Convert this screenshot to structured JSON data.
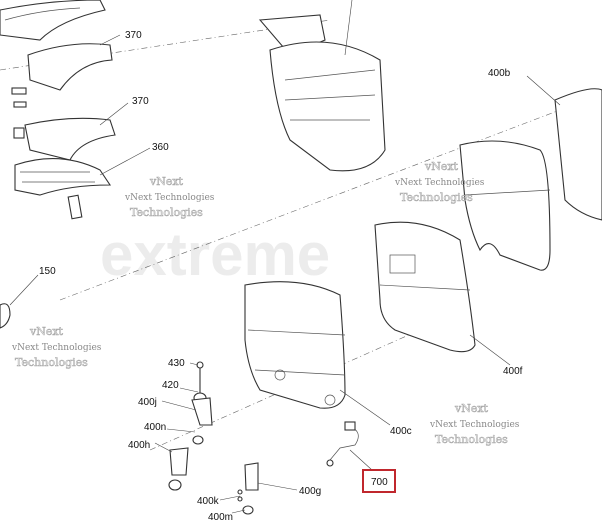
{
  "diagram": {
    "labels": {
      "p370a": "370",
      "p370b": "370",
      "p360": "360",
      "p150": "150",
      "p400b": "400b",
      "p400f": "400f",
      "p400c": "400c",
      "p700": "700",
      "p430": "430",
      "p420": "420",
      "p400j": "400j",
      "p400n": "400n",
      "p400h": "400h",
      "p400g": "400g",
      "p400k": "400k",
      "p400m": "400m"
    },
    "highlight_color": "#c0272d",
    "watermarks": {
      "vnext_small": "vNext Technologies",
      "vnext_outline_1": "vNext",
      "vnext_outline_2": "Technologies",
      "brand": "extreme"
    }
  }
}
